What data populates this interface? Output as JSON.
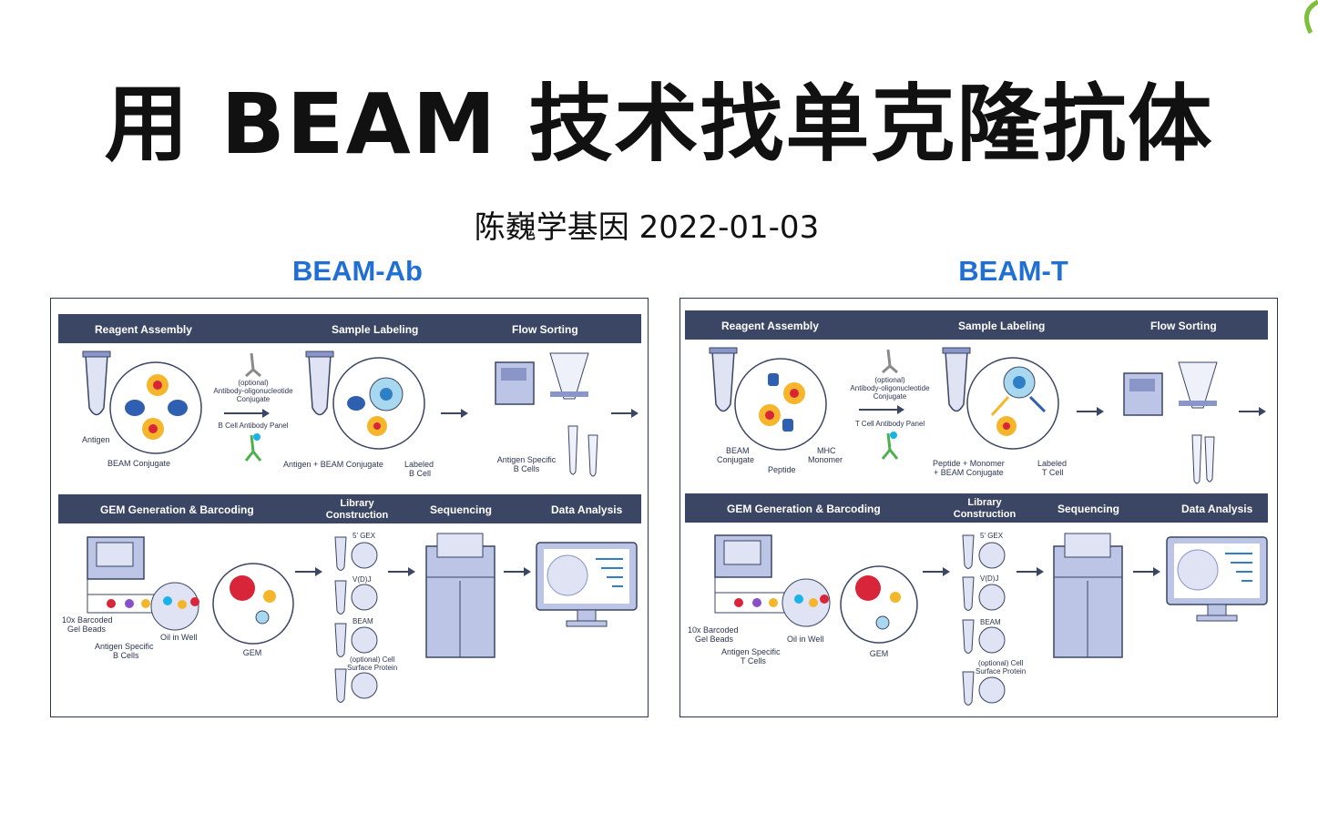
{
  "title": "用 BEAM 技术找单克隆抗体",
  "subtitle": "陈巍学基因  2022-01-03",
  "colors": {
    "heading": "#1f6fd4",
    "bar": "#3a4663",
    "accent": "#6a78b8",
    "red": "#d9253a",
    "yellow": "#f6b62b"
  },
  "panels": [
    {
      "heading": "BEAM-Ab",
      "top_bar": {
        "reagent": "Reagent Assembly",
        "sample": "Sample Labeling",
        "flow": "Flow Sorting"
      },
      "bottom_bar": {
        "gem": "GEM Generation & Barcoding",
        "library_1": "Library",
        "library_2": "Construction",
        "sequencing": "Sequencing",
        "analysis": "Data Analysis"
      },
      "labels": {
        "antigen": "Antigen",
        "conjugate": "BEAM Conjugate",
        "optional_1": "(optional)",
        "optional_2": "Antibody-oligonucleotide",
        "optional_3": "Conjugate",
        "panel": "B Cell Antibody Panel",
        "mix": "Antigen + BEAM Conjugate",
        "labeled_1": "Labeled",
        "labeled_2": "B Cell",
        "sorted_1": "Antigen Specific",
        "sorted_2": "B Cells",
        "beads_1": "10x Barcoded",
        "beads_2": "Gel Beads",
        "cells_1": "Antigen Specific",
        "cells_2": "B Cells",
        "oil": "Oil in Well",
        "gem": "GEM",
        "gex": "5' GEX",
        "vdj": "V(D)J",
        "beam": "BEAM",
        "surface_1": "(optional) Cell",
        "surface_2": "Surface Protein"
      }
    },
    {
      "heading": "BEAM-T",
      "top_bar": {
        "reagent": "Reagent Assembly",
        "sample": "Sample Labeling",
        "flow": "Flow Sorting"
      },
      "bottom_bar": {
        "gem": "GEM Generation & Barcoding",
        "library_1": "Library",
        "library_2": "Construction",
        "sequencing": "Sequencing",
        "analysis": "Data Analysis"
      },
      "labels": {
        "beam_1": "BEAM",
        "beam_2": "Conjugate",
        "peptide": "Peptide",
        "mhc_1": "MHC",
        "mhc_2": "Monomer",
        "optional_1": "(optional)",
        "optional_2": "Antibody-oligonucleotide",
        "optional_3": "Conjugate",
        "panel": "T Cell Antibody Panel",
        "mix_1": "Peptide + Monomer",
        "mix_2": "+ BEAM Conjugate",
        "labeled_1": "Labeled",
        "labeled_2": "T Cell",
        "beads_1": "10x Barcoded",
        "beads_2": "Gel Beads",
        "cells_1": "Antigen Specific",
        "cells_2": "T Cells",
        "oil": "Oil in Well",
        "gem": "GEM",
        "gex": "5' GEX",
        "vdj": "V(D)J",
        "beam": "BEAM",
        "surface_1": "(optional) Cell",
        "surface_2": "Surface Protein"
      }
    }
  ]
}
